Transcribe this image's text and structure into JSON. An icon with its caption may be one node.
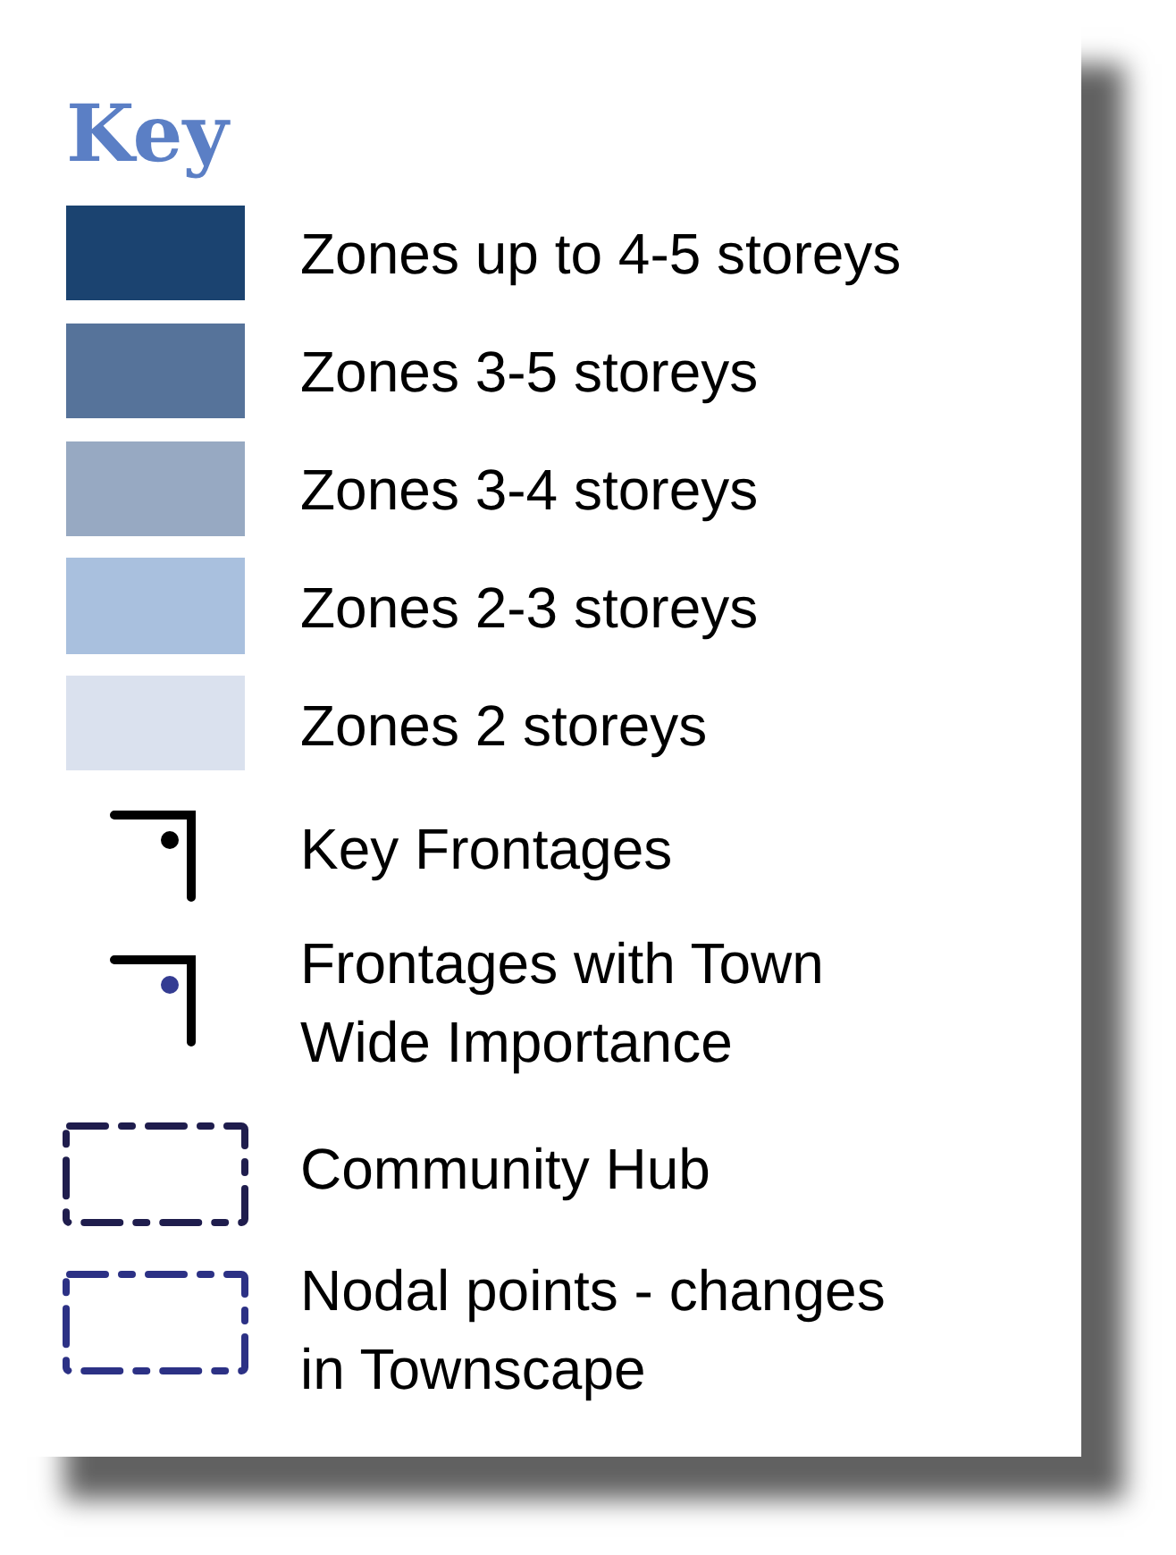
{
  "diagram": {
    "title": "Key",
    "legend": [
      {
        "text": "Zones up to 4-5 storeys",
        "color": "#1b4370"
      },
      {
        "text": "Zones 3-5 storeys",
        "color": "#56739a"
      },
      {
        "text": "Zones 3-4 storeys",
        "color": "#97a9c2"
      },
      {
        "text": "Zones 2-3 storeys",
        "color": "#a9c0de"
      },
      {
        "text": "Zones 2 storeys",
        "color": "#dae1ee"
      },
      {
        "text": "Key Frontages"
      },
      {
        "text": "Frontages with Town Wide Importance"
      },
      {
        "text": "Community Hub"
      },
      {
        "text": "Nodal points - changes in Townscape"
      }
    ]
  }
}
